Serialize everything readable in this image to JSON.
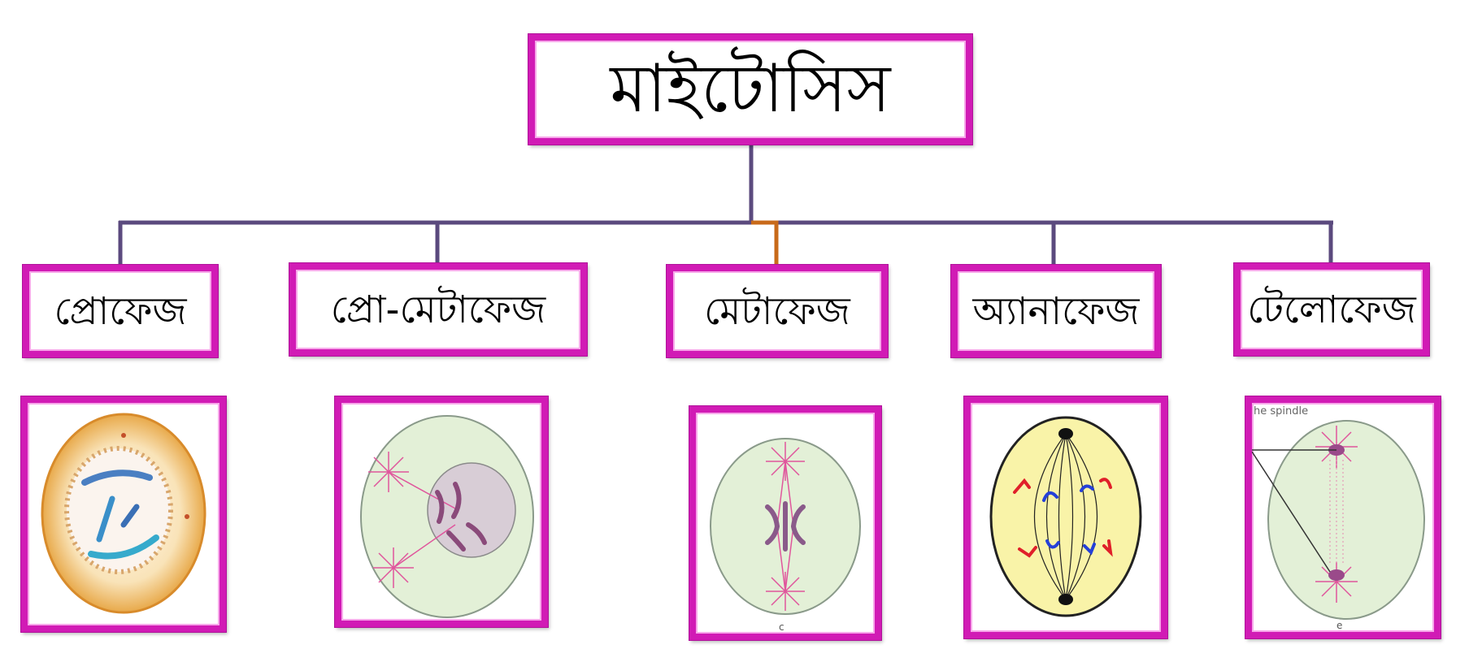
{
  "root": {
    "label": "মাইটোসিস"
  },
  "phases": [
    {
      "label": "প্রোফেজ"
    },
    {
      "label": "প্রো-মেটাফেজ"
    },
    {
      "label": "মেটাফেজ"
    },
    {
      "label": "অ্যানাফেজ"
    },
    {
      "label": "টেলোফেজ"
    }
  ],
  "images": {
    "telophase_caption": "he spindle",
    "metaphase_caption": "c",
    "telophase_footer": "e"
  },
  "colors": {
    "box_border": "#d11bb5",
    "connector": "#5b4a7e",
    "connector_accent": "#c86a1a"
  }
}
